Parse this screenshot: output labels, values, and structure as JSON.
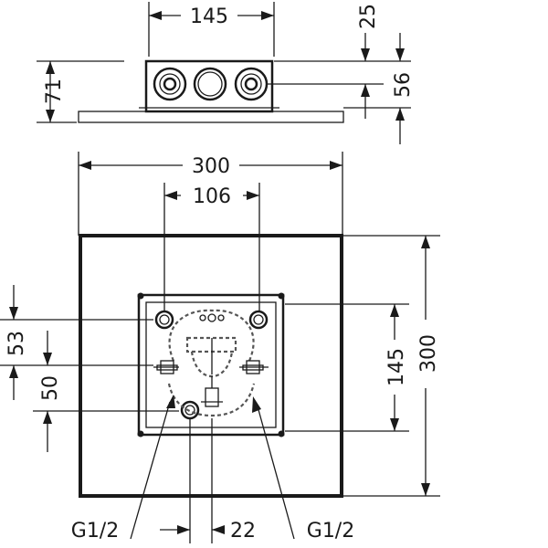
{
  "dimensions": {
    "box_width": "145",
    "top_gap": "25",
    "box_height": "71",
    "port_offset": "56",
    "plate_width": "300",
    "spacing_106": "106",
    "plate_height": "300",
    "inner_height": "145",
    "offset_53": "53",
    "offset_50": "50",
    "offset_22": "22"
  },
  "labels": {
    "port_left": "G1/2",
    "port_right": "G1/2"
  }
}
